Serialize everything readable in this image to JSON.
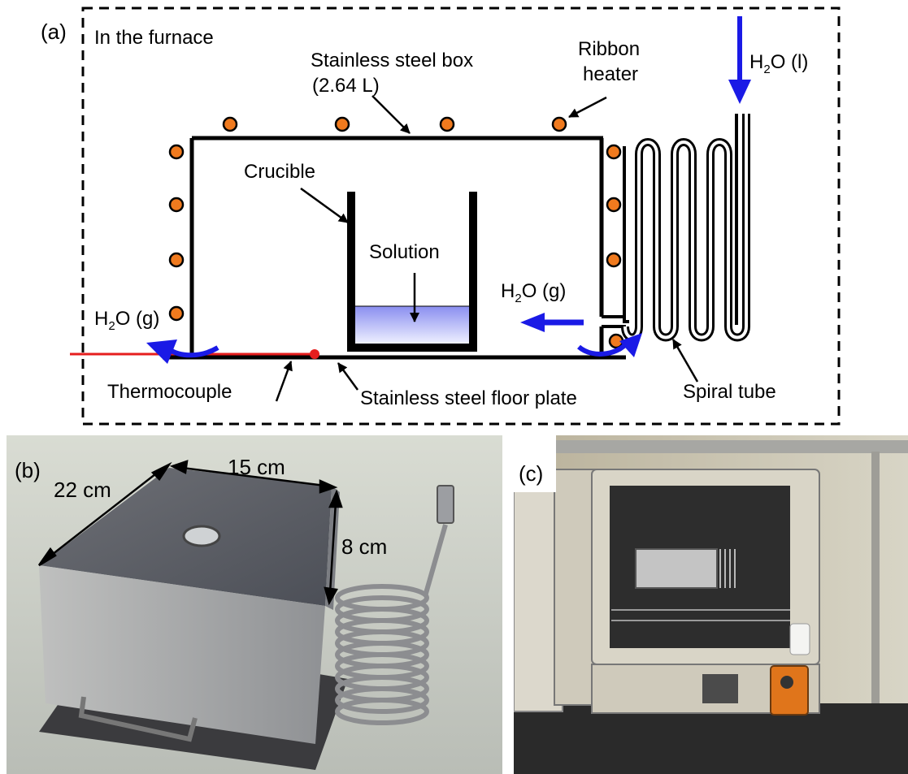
{
  "panel_a": {
    "tag": "(a)",
    "furnace_label": "In the furnace",
    "box_label_line1": "Stainless steel box",
    "box_label_line2": "(2.64 L)",
    "ribbon_line1": "Ribbon",
    "ribbon_line2": "heater",
    "crucible": "Crucible",
    "solution": "Solution",
    "water_in": {
      "base": "H",
      "sub": "2",
      "rest": "O (l)"
    },
    "steam_right": {
      "base": "H",
      "sub": "2",
      "rest": "O (g)"
    },
    "steam_left": {
      "base": "H",
      "sub": "2",
      "rest": "O (g)"
    },
    "thermocouple": "Thermocouple",
    "floor_plate": "Stainless steel floor plate",
    "spiral_tube": "Spiral tube"
  },
  "panel_b": {
    "tag": "(b)",
    "dim_depth": "22 cm",
    "dim_width": "15 cm",
    "dim_height": "8 cm"
  },
  "panel_c": {
    "tag": "(c)"
  },
  "colors": {
    "heater_dot": "#f07a1e",
    "arrow_blue": "#1a1ae6",
    "thermocouple_red": "#e61e1e",
    "solution_top": "#8a8ef0",
    "solution_bottom": "#eef0ff"
  }
}
